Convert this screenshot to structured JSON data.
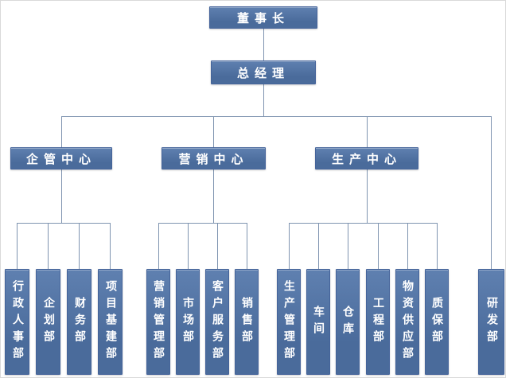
{
  "org": {
    "chairman": {
      "label": "董事长"
    },
    "general_manager": {
      "label": "总经理"
    },
    "centers": [
      {
        "label": "企管中心"
      },
      {
        "label": "营销中心"
      },
      {
        "label": "生产中心"
      }
    ],
    "departments": {
      "admin_center": [
        "行政人事部",
        "企划部",
        "财务部",
        "项目基建部"
      ],
      "marketing_center": [
        "营销管理部",
        "市场部",
        "客户服务部",
        "销售部"
      ],
      "production_center": [
        "生产管理部",
        "车间",
        "仓库",
        "工程部",
        "物资供应部",
        "质保部"
      ],
      "general_manager_direct": [
        "研发部"
      ]
    }
  },
  "colors": {
    "background": "#ffffff",
    "node_fill": "#4a6b9b",
    "node_fill_light": "#5f80b0",
    "node_border": "#44639a",
    "node_text": "#ffffff",
    "connector": "#7f94b0"
  }
}
